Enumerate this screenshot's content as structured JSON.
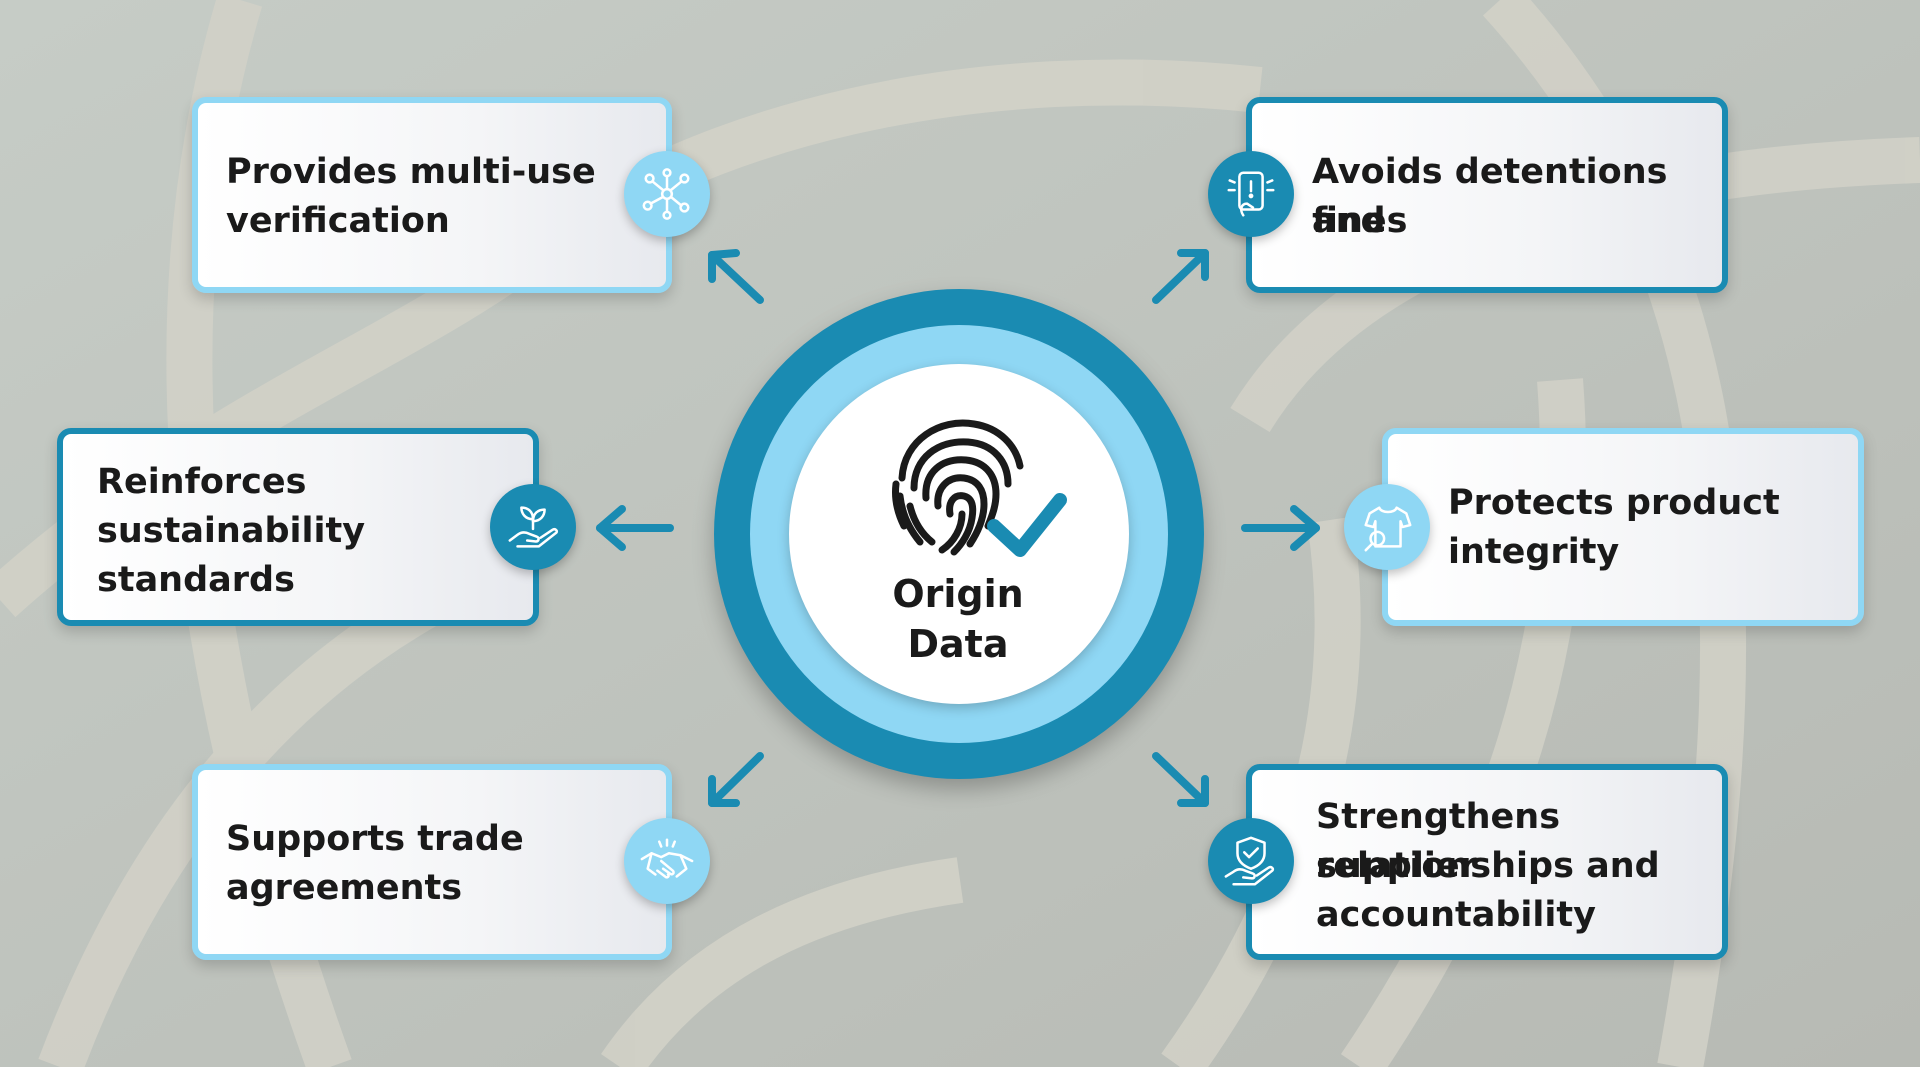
{
  "center": {
    "title_line1": "Origin",
    "title_line2": "Data",
    "icon": "fingerprint-check-icon"
  },
  "benefits": [
    {
      "id": "multi-use-verification",
      "line1": "Provides multi-use",
      "line2": "verification",
      "icon": "network-nodes-icon"
    },
    {
      "id": "avoids-detentions",
      "line1": "Avoids detentions and",
      "line2": "fines",
      "icon": "mobile-alert-icon"
    },
    {
      "id": "sustainability",
      "line1": "Reinforces",
      "line2": "sustainability",
      "line3": "standards",
      "icon": "hand-sprout-icon"
    },
    {
      "id": "product-integrity",
      "line1": "Protects product",
      "line2": "integrity",
      "icon": "shirt-magnifier-icon"
    },
    {
      "id": "trade-agreements",
      "line1": "Supports trade",
      "line2": "agreements",
      "icon": "handshake-icon"
    },
    {
      "id": "supplier-relationships",
      "line1": "Strengthens supplier",
      "line2": "relationships and",
      "line3": "accountability",
      "icon": "hand-shield-icon"
    }
  ],
  "colors": {
    "dark_blue": "#1a8bb2",
    "light_blue": "#8fd7f4",
    "background": "#c3c8c2",
    "text": "#1a1a1a"
  }
}
